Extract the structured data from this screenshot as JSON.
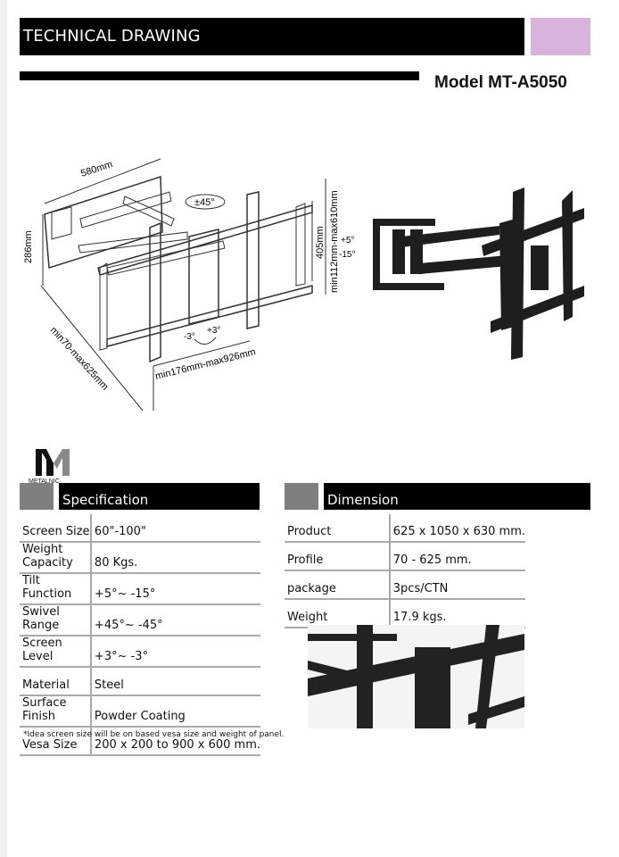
{
  "header": {
    "title": "TECHNICAL DRAWING",
    "accent_color": "#d8b4dc",
    "model": "Model  MT-A5050"
  },
  "drawing": {
    "width_label": "580mm",
    "height_label": "286mm",
    "swivel_label": "±45°",
    "depth_label": "min70-max625mm",
    "extension_label": "min176mm-max926mm",
    "level_minus": "-3°",
    "level_plus": "+3°",
    "plate_height": "405mm",
    "vertical_label": "min112mm-max610mm",
    "tilt_plus": "+5°",
    "tilt_minus": "-15°"
  },
  "logo": {
    "brand": "METALNIC"
  },
  "specification": {
    "title": "Specification",
    "rows": [
      {
        "label": "Screen Size",
        "value": "60\"-100\""
      },
      {
        "label": "Weight Capacity",
        "value": "80 Kgs."
      },
      {
        "label": "Tilt Function",
        "value": "+5°~ -15°"
      },
      {
        "label": "Swivel Range",
        "value": "+45°~ -45°"
      },
      {
        "label": "Screen Level",
        "value": "+3°~ -3°"
      },
      {
        "label": "Material",
        "value": "Steel"
      },
      {
        "label": "Surface Finish",
        "value": "Powder Coating"
      },
      {
        "label": "Vesa Size",
        "value": "200 x 200 to 900 x 600 mm."
      }
    ]
  },
  "dimension": {
    "title": "Dimension",
    "rows": [
      {
        "label": "Product",
        "value": "625 x 1050 x 630 mm."
      },
      {
        "label": "Profile",
        "value": "70 - 625 mm."
      },
      {
        "label": "package",
        "value": "3pcs/CTN"
      },
      {
        "label": "Weight",
        "value": "17.9 kgs."
      }
    ]
  },
  "footnote": "*Idea screen size will be on based vesa size and weight of panel."
}
